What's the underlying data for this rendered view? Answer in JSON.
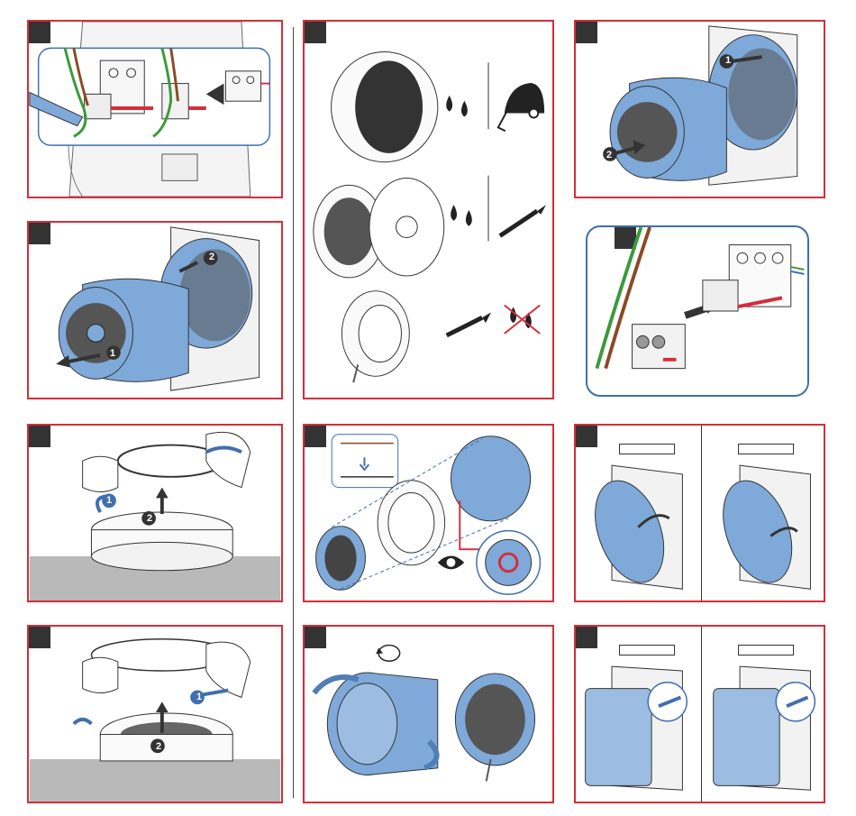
{
  "colors": {
    "frame": "#d42e3a",
    "part_blue": "#7ea9d8",
    "part_blue_dark": "#4f7fb5",
    "callout_blue": "#3f6fae",
    "floor_gray": "#b9b9b9",
    "step_tab": "#333333"
  },
  "icons": {
    "water_drops": "water-drops-icon",
    "no_water": "no-water-icon",
    "vacuum": "vacuum-cleaner-icon",
    "brush": "brush-icon",
    "eye": "eye-icon",
    "rotate": "rotate-arrow-icon"
  },
  "callouts": {
    "one": "1",
    "two": "2"
  },
  "steps": [
    {
      "key": "disconnect-wires",
      "callouts": []
    },
    {
      "key": "remove-fan-module",
      "callouts": [
        "1",
        "2"
      ]
    },
    {
      "key": "remove-upper-grille",
      "callouts": [
        "1",
        "2"
      ]
    },
    {
      "key": "remove-lower-grille",
      "callouts": [
        "1",
        "2"
      ]
    },
    {
      "key": "cleaning",
      "callouts": []
    },
    {
      "key": "reassemble-fan",
      "callouts": []
    },
    {
      "key": "rotate-module",
      "callouts": []
    },
    {
      "key": "insert-fan-module",
      "callouts": [
        "1",
        "2"
      ]
    },
    {
      "key": "reconnect-wires",
      "callouts": []
    },
    {
      "key": "attach-cover",
      "callouts": []
    },
    {
      "key": "close-cover",
      "callouts": []
    }
  ]
}
